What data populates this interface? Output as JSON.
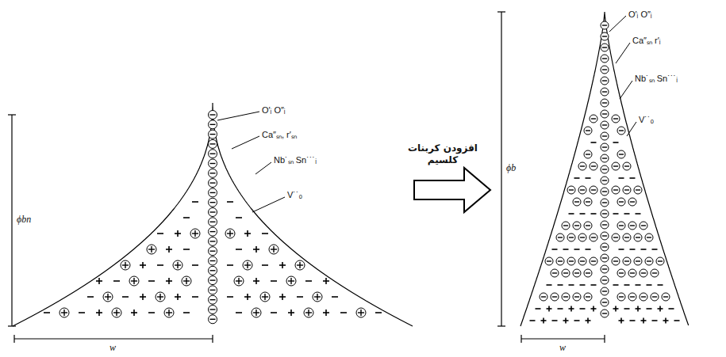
{
  "diagram": {
    "labels": [
      "O′ᵢ O″ᵢ",
      "Ca″ₛₙ, r′ₛₙ",
      "Nb˙ₛₙ Sn˙˙˙ᵢ",
      "V˙˙ₒ",
      "ϕbn",
      "w",
      "افزودن کربنات کلسیم",
      "O′ᵢ O″ᵢ",
      "Ca″ₛₙ r′ᵢ",
      "Nb˙ₛₙ Sn˙˙˙ᵢ",
      "V˙˙ₒ",
      "ϕb",
      "w"
    ]
  }
}
